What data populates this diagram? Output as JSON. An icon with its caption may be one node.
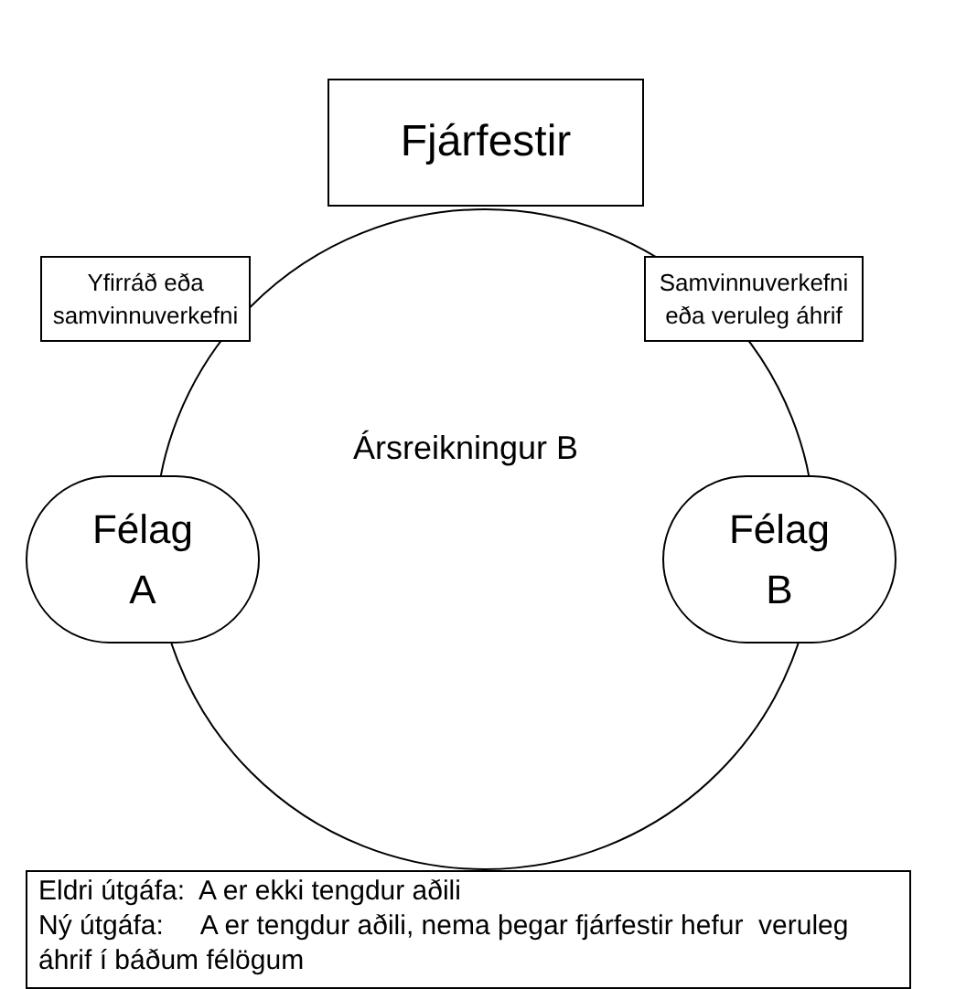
{
  "diagram": {
    "nodes": [
      {
        "text": [
          "Fjárfestir"
        ]
      },
      {
        "text": [
          "Yfirráð eða samvinnuverkefni"
        ]
      },
      {
        "text": [
          "Samvinnuverkefni eða veruleg áhrif"
        ]
      },
      {
        "text": [
          "Ársreikningur B"
        ]
      },
      {
        "text": [
          "Félag A"
        ]
      },
      {
        "text": [
          "Félag B"
        ]
      },
      {
        "text": [
          "Eldri útgáfa:  A er ekki tengdur aðili",
          "Ný útgáfa:     A er tengdur aðili, nema þegar fjárfestir hefur  veruleg áhrif í báðum félögum"
        ]
      }
    ],
    "edges": []
  }
}
